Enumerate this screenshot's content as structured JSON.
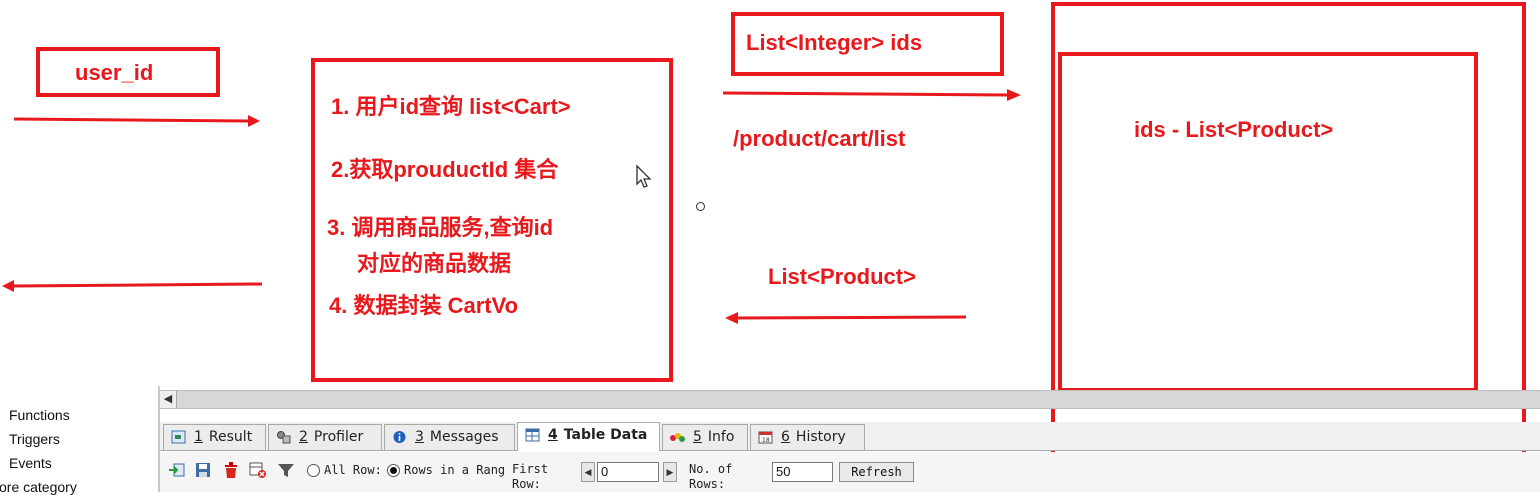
{
  "diagram": {
    "user_id_label": "user_id",
    "steps": [
      "1. 用户id查询 list<Cart>",
      "2.获取prouductId 集合",
      "3. 调用商品服务,查询id",
      "对应的商品数据",
      "4. 数据封装 CartVo"
    ],
    "request_label": "List<Integer> ids",
    "endpoint_label": "/product/cart/list",
    "response_label": "List<Product>",
    "service_label": "ids - List<Product>",
    "accent_color": "#e8191c"
  },
  "object_tree": {
    "items": [
      "Functions",
      "Triggers",
      "Events",
      "ore category"
    ]
  },
  "result_tabs": [
    {
      "num": "1",
      "label": "Result",
      "icon": "result-grid-icon"
    },
    {
      "num": "2",
      "label": "Profiler",
      "icon": "profiler-icon"
    },
    {
      "num": "3",
      "label": "Messages",
      "icon": "info-circle-icon"
    },
    {
      "num": "4",
      "label": "Table Data",
      "icon": "table-icon"
    },
    {
      "num": "5",
      "label": "Info",
      "icon": "info-icon"
    },
    {
      "num": "6",
      "label": "History",
      "icon": "calendar-icon"
    }
  ],
  "toolbar": {
    "radio_all_rows": "All Row:",
    "radio_rows_in_range": "Rows in a Rang",
    "first_row_label_1": "First",
    "first_row_label_2": "Row:",
    "first_row_value": "0",
    "num_rows_label_1": "No. of",
    "num_rows_label_2": "Rows:",
    "num_rows_value": "50",
    "refresh_label": "Refresh"
  }
}
